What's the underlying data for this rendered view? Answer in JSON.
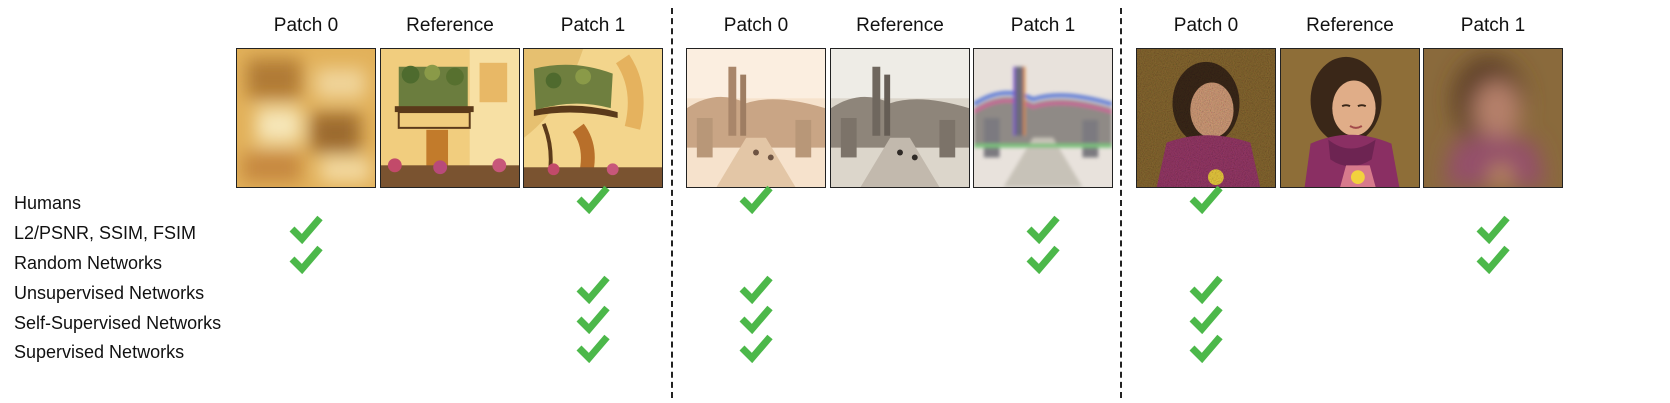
{
  "groups": [
    {
      "headers": [
        "Patch 0",
        "Reference",
        "Patch 1"
      ],
      "images": [
        "blurred building facade",
        "building facade with balcony and flowers",
        "warped building facade with balcony"
      ]
    },
    {
      "headers": [
        "Patch 0",
        "Reference",
        "Patch 1"
      ],
      "images": [
        "warm-tinted street with ruins",
        "street with ancient ruins",
        "street with ruins and color fringing"
      ]
    },
    {
      "headers": [
        "Patch 0",
        "Reference",
        "Patch 1"
      ],
      "images": [
        "noisy portrait of girl with scarf",
        "portrait of girl with purple scarf",
        "heavily blurred portrait"
      ]
    }
  ],
  "rows": [
    {
      "label": "Humans",
      "checks": [
        "Patch 1",
        "Patch 0",
        "Patch 0"
      ]
    },
    {
      "label": "L2/PSNR, SSIM, FSIM",
      "checks": [
        "Patch 0",
        "Patch 1",
        "Patch 1"
      ]
    },
    {
      "label": "Random Networks",
      "checks": [
        "Patch 0",
        "Patch 1",
        "Patch 1"
      ]
    },
    {
      "label": "Unsupervised Networks",
      "checks": [
        "Patch 1",
        "Patch 0",
        "Patch 0"
      ]
    },
    {
      "label": "Self-Supervised Networks",
      "checks": [
        "Patch 1",
        "Patch 0",
        "Patch 0"
      ]
    },
    {
      "label": "Supervised Networks",
      "checks": [
        "Patch 1",
        "Patch 0",
        "Patch 0"
      ]
    }
  ],
  "colors": {
    "check": "#4cb84a",
    "divider": "#222222"
  },
  "icons": {
    "check": "checkmark-icon"
  }
}
